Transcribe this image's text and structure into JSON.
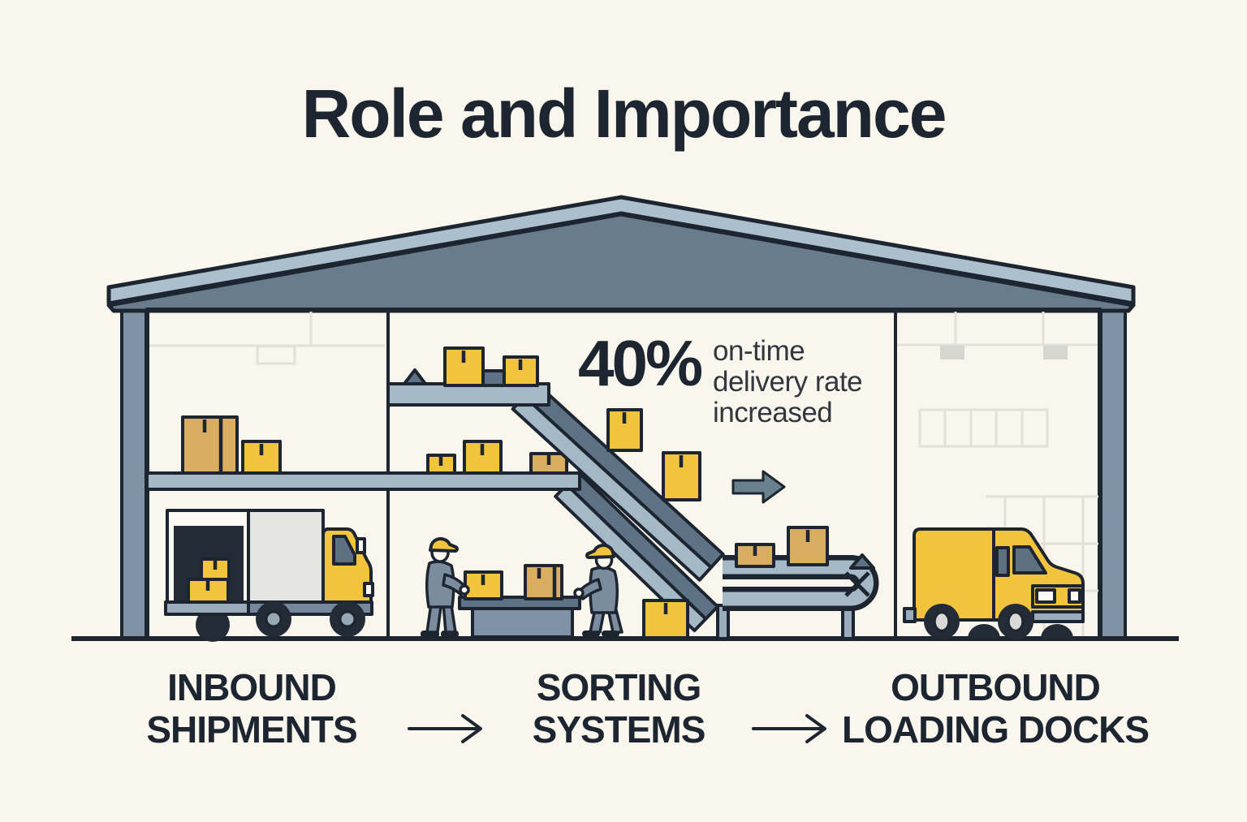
{
  "title": "Role and Importance",
  "stat": {
    "value": "40%",
    "description": "on-time\ndelivery rate\nincreased"
  },
  "flow_steps": [
    {
      "id": "inbound-shipments",
      "label": "INBOUND\nSHIPMENTS"
    },
    {
      "id": "sorting-systems",
      "label": "SORTING\nSYSTEMS"
    },
    {
      "id": "outbound-loading-docks",
      "label": "OUTBOUND\nLOADING DOCKS"
    }
  ],
  "icons": [
    "warehouse-building-icon",
    "inbound-truck-icon",
    "outbound-truck-icon",
    "conveyor-belt-icon",
    "storage-shelf-icon",
    "sorting-table-icon",
    "worker-icon",
    "cardboard-box-icon",
    "direction-arrow-icon",
    "flow-arrow-icon"
  ],
  "colors": {
    "background": "#F8F6ED",
    "ink": "#1D2531",
    "roof": "#687C8E",
    "roof_cap": "#ACBFCC",
    "column": "#7E93A5",
    "belt_light": "#A5B8C6",
    "belt_dark": "#5D7284",
    "box_yellow": "#F2C33D",
    "box_tan": "#D9AE60",
    "truck_gray": "#E4E4E2",
    "stat_text": "#32363E"
  }
}
